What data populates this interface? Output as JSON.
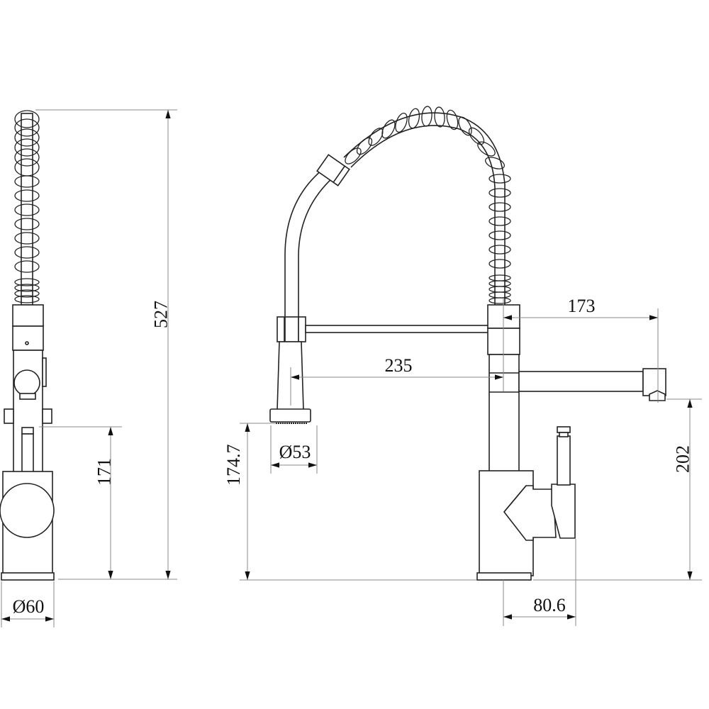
{
  "drawing": {
    "subject": "Pull-down spring kitchen faucet technical drawing",
    "units": "mm",
    "line_color": "#222222",
    "dimension_line_color": "#888888",
    "background": "#ffffff"
  },
  "side_view": {
    "dimensions": {
      "total_height": "527",
      "handle_height": "171",
      "base_diameter": "Ø60"
    }
  },
  "front_view": {
    "dimensions": {
      "spout_reach": "173",
      "sprayer_reach": "235",
      "sprayer_diameter": "Ø53",
      "sprayer_height": "174.7",
      "spout_height": "202",
      "handle_offset": "80.6"
    }
  }
}
